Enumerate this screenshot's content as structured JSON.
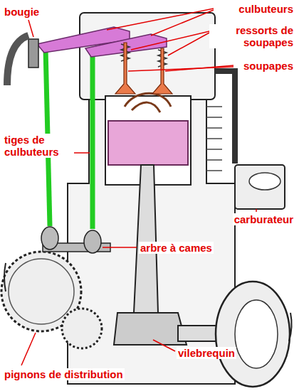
{
  "diagram": {
    "labels": [
      "bougie",
      "culbuteurs",
      "ressorts de soupapes",
      "soupapes",
      "tiges de culbuteurs",
      "carburateur",
      "arbre à cames",
      "vilebrequin",
      "pignons de distribution"
    ]
  }
}
